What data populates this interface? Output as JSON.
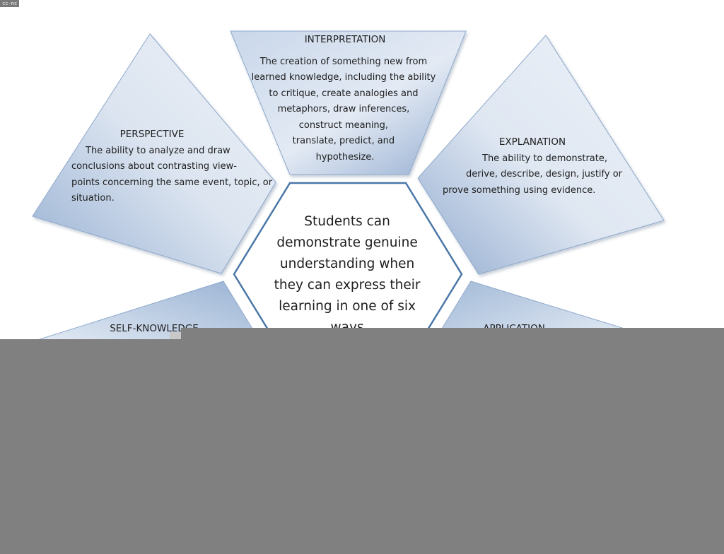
{
  "badge": "cc-nc",
  "colors": {
    "shape_light": "#e4ebf4",
    "shape_dark": "#93acd0",
    "shape_border": "#8ea9cc",
    "hex_border": "#4a77a8",
    "overlay": "#808080"
  },
  "center": {
    "lines": [
      "Students can",
      "demonstrate genuine",
      "understanding when",
      "they can express their",
      "learning in one of six",
      "ways."
    ]
  },
  "facets": {
    "interpretation": {
      "title": "INTERPRETATION",
      "lines": [
        "The creation of something new from",
        "learned knowledge, including the ability",
        "to critique, create analogies and",
        "metaphors, draw  inferences,",
        "construct meaning,",
        "translate, predict, and",
        "hypothesize."
      ]
    },
    "perspective": {
      "title": "PERSPECTIVE",
      "lines": [
        "The ability to analyze and draw",
        "conclusions about contrasting view-",
        "points concerning the same event, topic, or",
        "situation."
      ]
    },
    "explanation": {
      "title": "EXPLANATION",
      "lines": [
        "The ability to demonstrate,",
        "derive, describe, design, justify or",
        "prove something using evidence."
      ]
    },
    "self_knowledge": {
      "title": "SELF-KNOWLEDGE"
    },
    "application": {
      "title": "APPLICATION"
    }
  }
}
